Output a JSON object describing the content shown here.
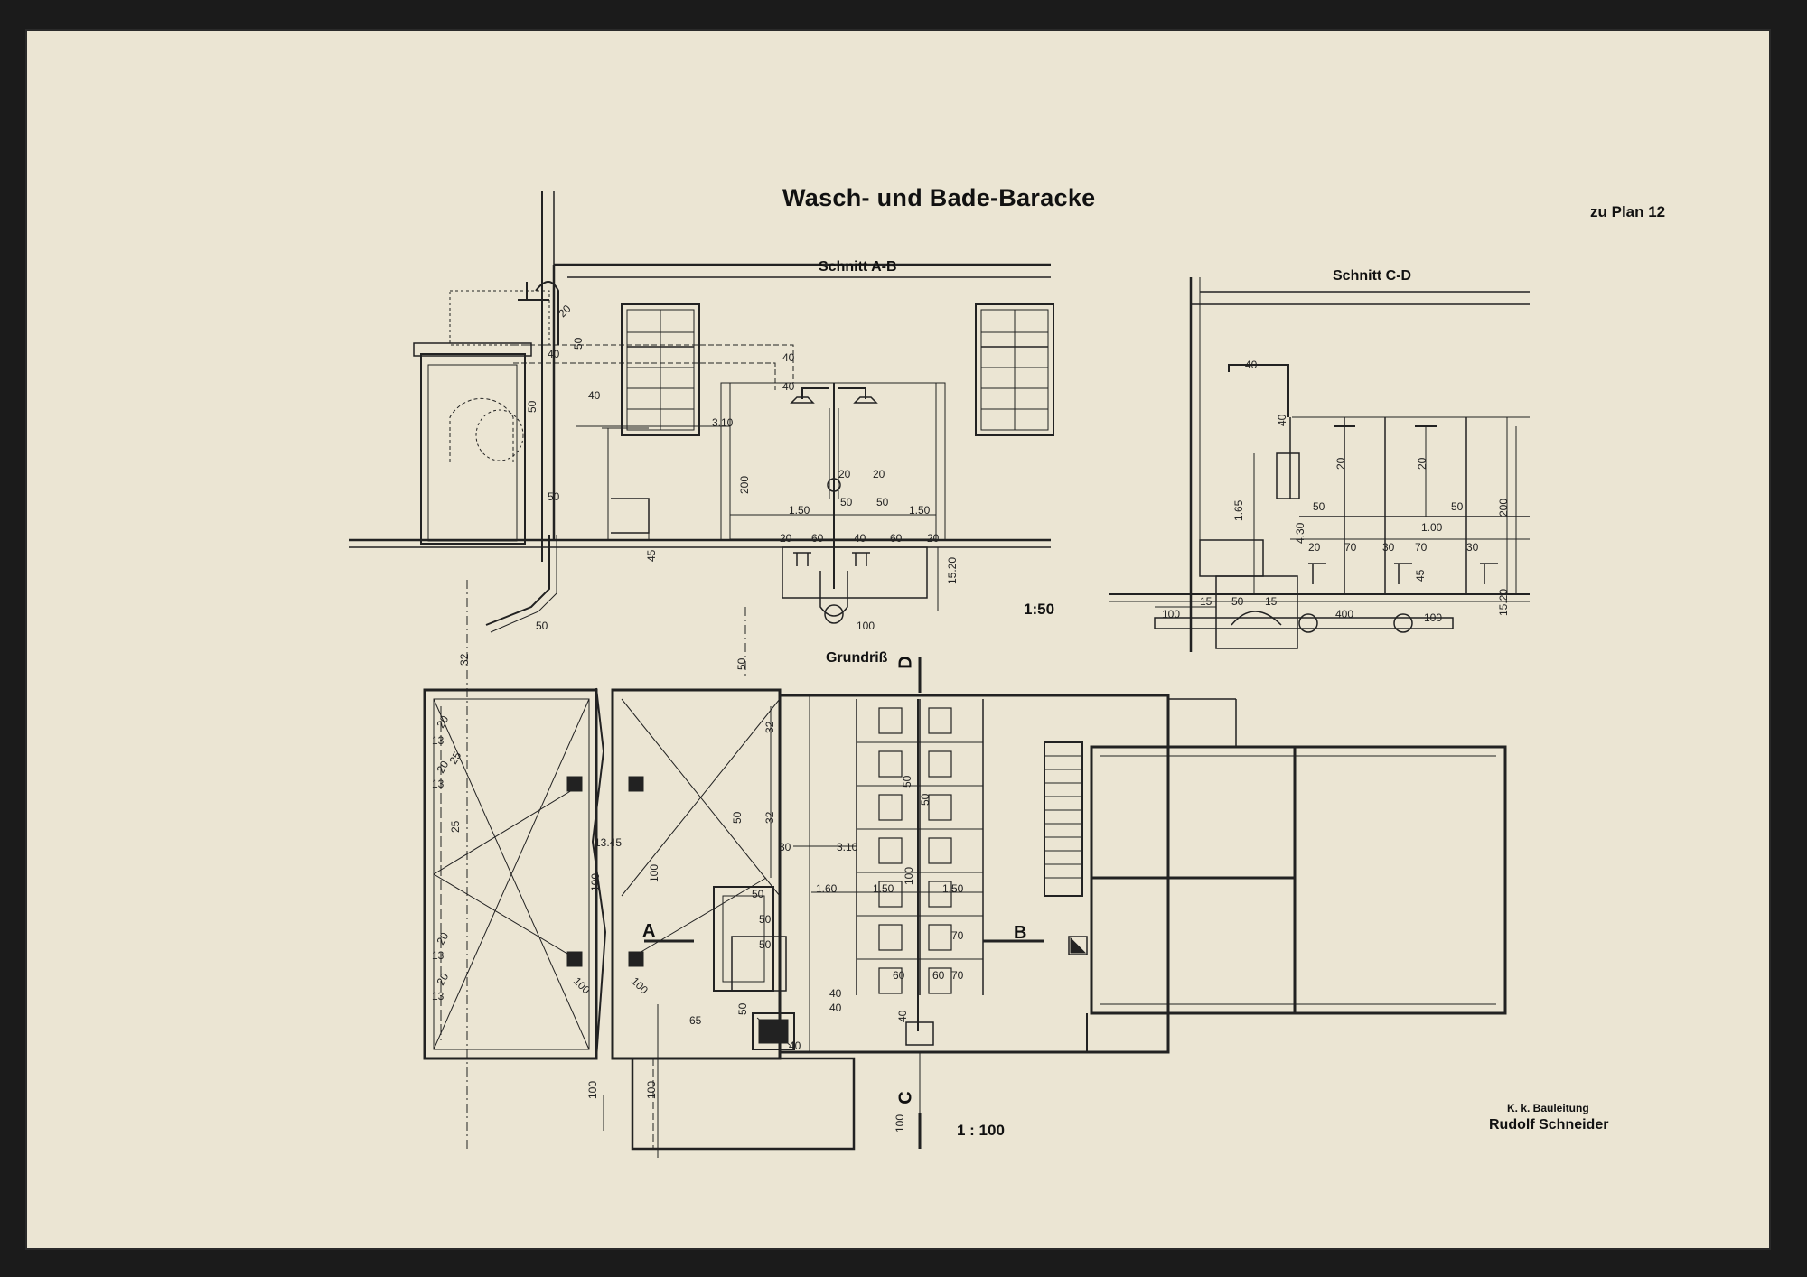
{
  "sheet": {
    "title": "Wasch- und Bade-Baracke",
    "plan_reference": "zu Plan 12",
    "office": "K. k. Bauleitung",
    "signature": "Rudolf Schneider"
  },
  "views": {
    "section_ab": {
      "label": "Schnitt A-B",
      "scale": "1:50"
    },
    "section_cd": {
      "label": "Schnitt C-D"
    },
    "floor_plan": {
      "label": "Grundriß",
      "scale": "1 : 100"
    }
  },
  "section_markers": [
    "A",
    "B",
    "C",
    "D"
  ],
  "dimensions_ab": [
    "40",
    "40",
    "3.10",
    "200",
    "1.50",
    "1.50",
    "20",
    "60",
    "40",
    "60",
    "20",
    "45",
    "15.20",
    "100",
    "50",
    "50",
    "20",
    "40",
    "50",
    "40",
    "50",
    "50",
    "50"
  ],
  "dimensions_cd": [
    "40",
    "40",
    "20",
    "20",
    "50",
    "50",
    "1.65",
    "1.00",
    "200",
    "4.30",
    "20",
    "70",
    "30",
    "70",
    "30",
    "45",
    "15",
    "50",
    "15",
    "100",
    "100",
    "400",
    "15.20"
  ],
  "dimensions_plan": [
    "32",
    "50",
    "25",
    "20",
    "25",
    "25",
    "20",
    "20",
    "13.45",
    "100",
    "100",
    "30",
    "3.10",
    "1.60",
    "1.50",
    "1.50",
    "32",
    "32",
    "50",
    "50",
    "50",
    "40",
    "40",
    "40",
    "65",
    "100",
    "100",
    "100",
    "100",
    "70",
    "60",
    "60",
    "50",
    "50",
    "100"
  ],
  "colors": {
    "paper": "#ebe5d3",
    "ink": "#222222",
    "mount": "#1b1b1b"
  }
}
